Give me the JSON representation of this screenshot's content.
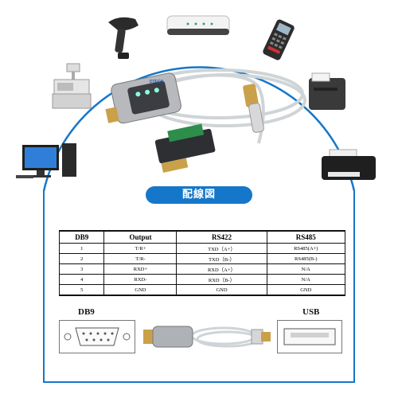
{
  "banner": {
    "title": "配線図"
  },
  "device_label": "DTECH",
  "table": {
    "headers": [
      "DB9",
      "Output",
      "RS422",
      "RS485"
    ],
    "rows": [
      [
        "1",
        "T/R+",
        "TXD（A+）",
        "RS485(A+)"
      ],
      [
        "2",
        "T/R-",
        "TXD（B-）",
        "RS485(B-)"
      ],
      [
        "3",
        "RXD+",
        "RXD（A+）",
        "N/A"
      ],
      [
        "4",
        "RXD-",
        "RXD（B-）",
        "N/A"
      ],
      [
        "5",
        "GND",
        "GND",
        "GND"
      ]
    ]
  },
  "db9_label": "DB9",
  "usb_label": "USB",
  "colors": {
    "accent": "#1577c9",
    "cable": "#cfd4d6",
    "gold": "#c9a14a"
  },
  "icons": [
    "barcode-scanner-icon",
    "router-icon",
    "card-terminal-icon",
    "cash-register-icon",
    "receipt-printer-icon",
    "desktop-computer-icon",
    "inkjet-printer-icon"
  ]
}
